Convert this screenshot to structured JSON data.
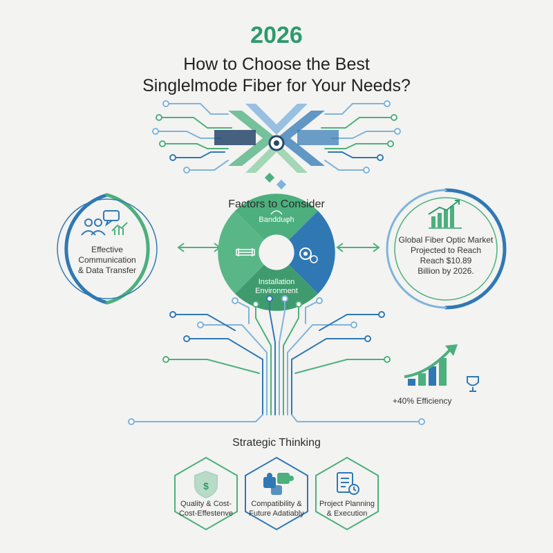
{
  "header": {
    "year": "2026",
    "title_line1": "How to Choose the Best",
    "title_line2": "Singlelmode Fiber for Your Needs?"
  },
  "factors": {
    "heading": "Factors to Consider",
    "top_label": "Bandduφh",
    "bottom_label_line1": "Installation",
    "bottom_label_line2": "Environment"
  },
  "left_card": {
    "line1": "Effective",
    "line2": "Communication",
    "line3": "& Data Transfer"
  },
  "right_card": {
    "line1": "Global Fiber Optic Market",
    "line2": "Projected to Reach",
    "line3": "Reach $10.89",
    "line4": "Billion by 2026."
  },
  "efficiency": {
    "label": "+40% Efficiency"
  },
  "strategy": {
    "heading": "Strategic Thinking",
    "items": [
      {
        "line1": "Quality & Cost-",
        "line2": "Cost-Effestenve"
      },
      {
        "line1": "Compatibility &",
        "line2": "Future Adatiably"
      },
      {
        "line1": "Project Planning",
        "line2": "& Execution"
      }
    ]
  },
  "colors": {
    "green": "#4caf7d",
    "blue": "#2f78b4",
    "light_green": "#8fd0a8",
    "light_blue": "#7fb3dd",
    "dark_navy": "#27476b"
  }
}
